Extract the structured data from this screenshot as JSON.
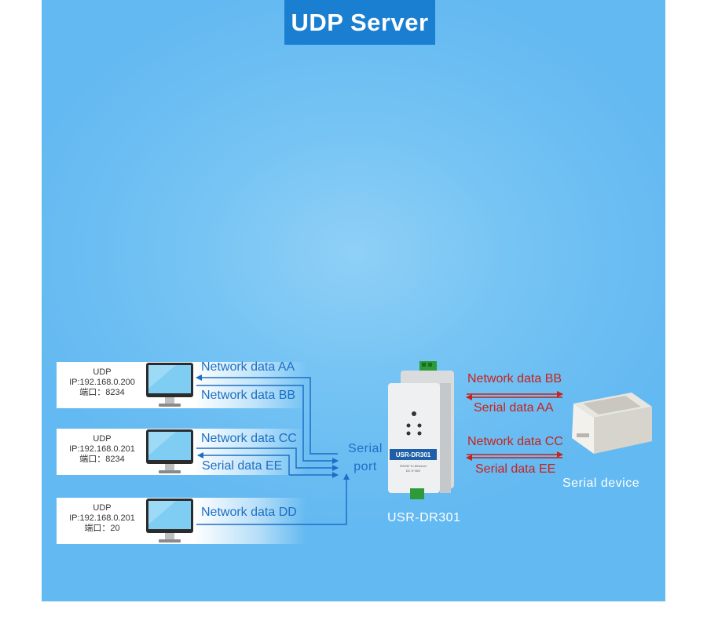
{
  "title": "UDP Server",
  "clients": [
    {
      "protocol": "UDP",
      "ip": "IP:192.168.0.200",
      "port": "端口：8234"
    },
    {
      "protocol": "UDP",
      "ip": "IP:192.168.0.201",
      "port": "端口：8234"
    },
    {
      "protocol": "UDP",
      "ip": "IP:192.168.0.201",
      "port": "端口：20"
    }
  ],
  "flows": {
    "aa": "Network data AA",
    "bb": "Network data BB",
    "cc": "Network data CC",
    "ee": "Serial data EE",
    "dd": "Network data DD"
  },
  "serial_port": {
    "line1": "Serial",
    "line2": "port"
  },
  "device": {
    "label": "USR-DR301",
    "logo": "USR-DR301",
    "badge": "RS232 To Ethernet",
    "power": "DC 5~36V"
  },
  "right_flows": {
    "bb": "Network data BB",
    "aa": "Serial data AA",
    "cc": "Network data CC",
    "ee": "Serial data EE"
  },
  "serial_device": "Serial device",
  "colors": {
    "blue_arrow": "#1d6fc4",
    "red_arrow": "#c8221c",
    "title_bg": "#1a7fd1"
  }
}
